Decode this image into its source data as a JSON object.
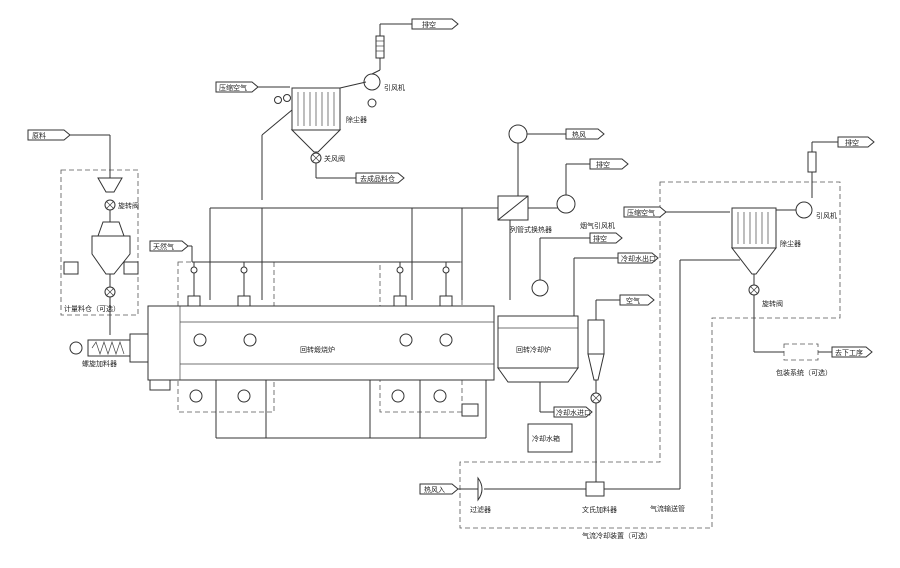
{
  "tags": {
    "exhaust_top": "排空",
    "compressed_air_top": "压缩空气",
    "raw_material": "原料",
    "to_storage_bin": "去成品料仓",
    "natural_gas": "天然气",
    "hot_air": "热风",
    "exhaust_mid": "排空",
    "exhaust_right": "排空",
    "compressed_air_right": "压缩空气",
    "exhaust_kiln": "排空",
    "cooling_water_out": "冷却水出口",
    "cooling_water_in": "冷却水进口",
    "air": "空气",
    "hot_air_bottom": "热风入",
    "to_next_process": "去下工序"
  },
  "labels": {
    "induced_fan_top": "引风机",
    "dust_collector_top": "除尘器",
    "rotary_valve_top": "关风阀",
    "rotary_valve_left": "旋转阀",
    "bin_left": "计量料仓（可选）",
    "screw_feeder": "螺旋加料器",
    "calciner": "回转煅烧炉",
    "cooler": "回转冷却炉",
    "heat_exchanger": "列管式换热器",
    "exhaust_fan_mid": "烟气引风机",
    "dust_collector_right": "除尘器",
    "induced_fan_right": "引风机",
    "rotary_valve_right": "旋转阀",
    "packing_system": "包装系统（可选）",
    "cooling_water_box": "冷却水箱",
    "filter": "过滤器",
    "venturi_feeder": "文氏加料器",
    "pneumatic_pipe": "气流输送管",
    "pneumatic_device": "气流冷却装置（可选）"
  }
}
